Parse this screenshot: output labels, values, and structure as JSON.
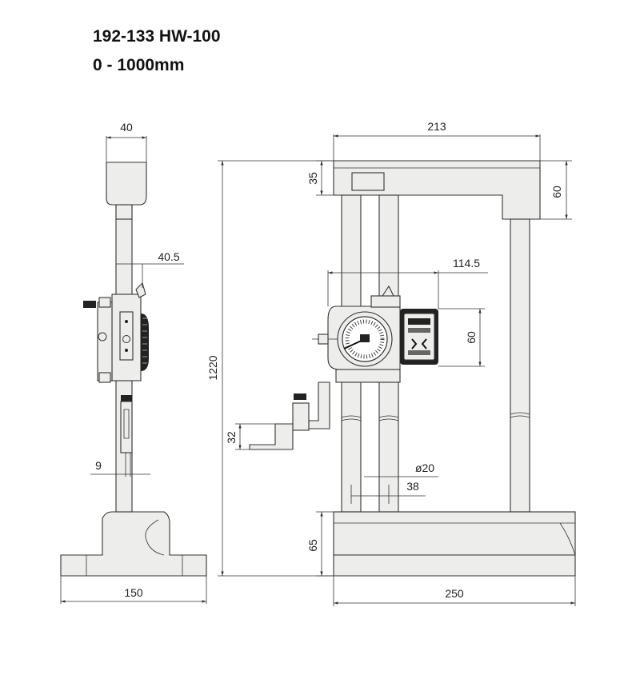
{
  "title": {
    "line1": "192-133   HW-100",
    "line2": "0 - 1000mm"
  },
  "dimensions": {
    "side_top_width": "40",
    "side_slider_offset": "40.5",
    "side_scriber_width": "9",
    "side_base_width": "150",
    "front_top_width": "213",
    "front_top_beam_height": "35",
    "front_top_right_height": "60",
    "front_overall_height": "1220",
    "front_slider_width": "114.5",
    "front_dial_height": "60",
    "front_scriber_height": "32",
    "front_column_diameter": "ø20",
    "front_column_spacing": "38",
    "front_base_height": "65",
    "front_base_width": "250"
  }
}
